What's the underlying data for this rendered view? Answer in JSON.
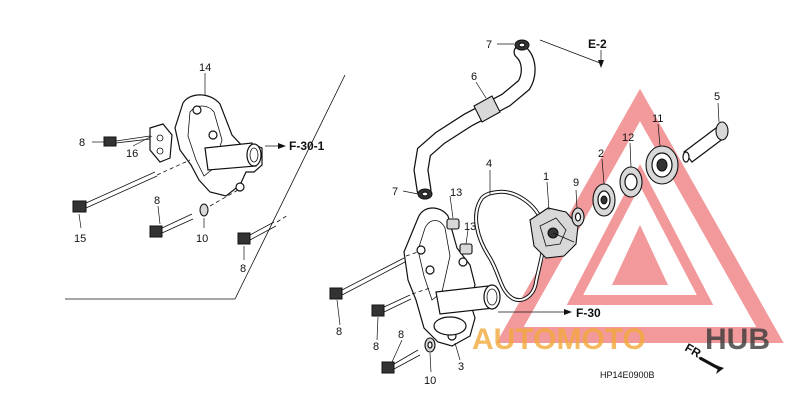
{
  "callouts": {
    "c14": "14",
    "c8a": "8",
    "c16": "16",
    "c8b": "8",
    "c10a": "10",
    "c15": "15",
    "c8c": "8",
    "c7a": "7",
    "c6": "6",
    "c7b": "7",
    "c13a": "13",
    "c13b": "13",
    "c4": "4",
    "c1": "1",
    "c9": "9",
    "c2": "2",
    "c12": "12",
    "c11": "11",
    "c5": "5",
    "c8d": "8",
    "c8e": "8",
    "c8f": "8",
    "c10b": "10",
    "c3": "3"
  },
  "references": {
    "f30_1": "F-30-1",
    "f30": "F-30",
    "e2": "E-2"
  },
  "diagram_code": "HP14E0900B",
  "front_marker": "FR.",
  "watermark": {
    "text_a": "AUTOMOTO",
    "text_b": "HUB",
    "color_primary": "#e8474a",
    "color_secondary": "#f2a93b",
    "color_dark": "#3a3a3a"
  }
}
